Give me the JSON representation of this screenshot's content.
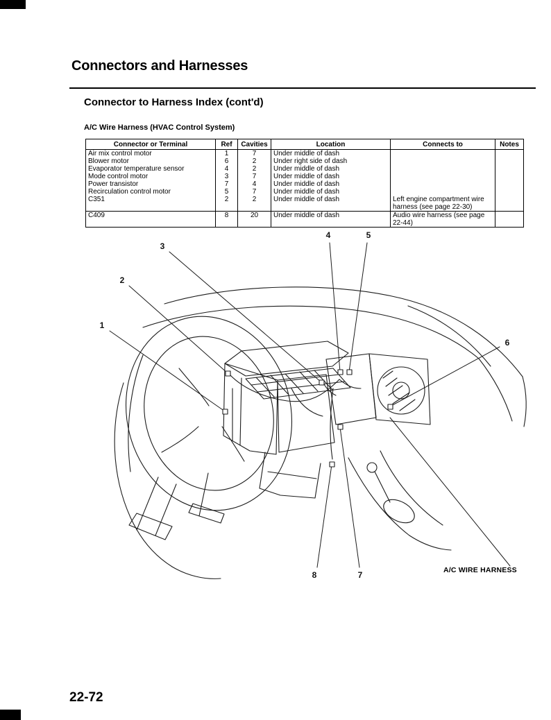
{
  "page": {
    "section_title": "Connectors and Harnesses",
    "subsection_title": "Connector to Harness Index (cont'd)",
    "table_caption": "A/C Wire Harness (HVAC Control System)",
    "page_number": "22-72"
  },
  "table": {
    "headers": [
      "Connector or Terminal",
      "Ref",
      "Cavities",
      "Location",
      "Connects to",
      "Notes"
    ],
    "rows": [
      {
        "connector": "Air mix control motor",
        "ref": "1",
        "cavities": "7",
        "location": "Under middle of dash",
        "connects_to": "",
        "notes": ""
      },
      {
        "connector": "Blower motor",
        "ref": "6",
        "cavities": "2",
        "location": "Under right side of dash",
        "connects_to": "",
        "notes": ""
      },
      {
        "connector": "Evaporator temperature sensor",
        "ref": "4",
        "cavities": "2",
        "location": "Under middle of dash",
        "connects_to": "",
        "notes": ""
      },
      {
        "connector": "Mode control motor",
        "ref": "3",
        "cavities": "7",
        "location": "Under middle of dash",
        "connects_to": "",
        "notes": ""
      },
      {
        "connector": "Power transistor",
        "ref": "7",
        "cavities": "4",
        "location": "Under middle of dash",
        "connects_to": "",
        "notes": ""
      },
      {
        "connector": "Recirculation control motor",
        "ref": "5",
        "cavities": "7",
        "location": "Under middle of dash",
        "connects_to": "",
        "notes": ""
      },
      {
        "connector": "C351",
        "ref": "2",
        "cavities": "2",
        "location": "Under middle of dash",
        "connects_to": "Left engine compartment wire harness (see page 22-30)",
        "notes": ""
      },
      {
        "connector": "C409",
        "ref": "8",
        "cavities": "20",
        "location": "Under middle of dash",
        "connects_to": "Audio wire harness (see page 22-44)",
        "notes": ""
      }
    ]
  },
  "diagram": {
    "callouts": [
      "1",
      "2",
      "3",
      "4",
      "5",
      "6",
      "7",
      "8"
    ],
    "harness_label": "A/C WIRE HARNESS"
  }
}
